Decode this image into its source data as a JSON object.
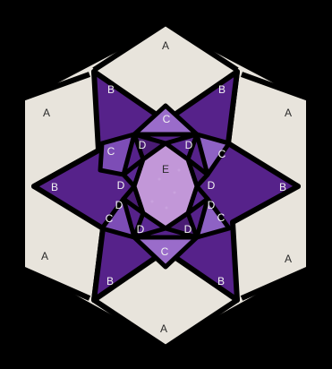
{
  "image": {
    "subject": "quilt block",
    "colors": {
      "background": "#000000",
      "cream": "#e9e6de",
      "dark_purple": "#4d1f77",
      "mid_purple": "#7b4fb2",
      "light_purple": "#a57dcf",
      "pale_purple": "#c49bdc",
      "seam": "#000000"
    }
  },
  "labels": {
    "a_top": "A",
    "a_left_upper": "A",
    "a_right_upper": "A",
    "a_left_lower": "A",
    "a_right_lower": "A",
    "a_bottom": "A",
    "b_top_left": "B",
    "b_top_right": "B",
    "b_left": "B",
    "b_right": "B",
    "b_bottom_left": "B",
    "b_bottom_right": "B",
    "c_top": "C",
    "c_upper_left": "C",
    "c_upper_right": "C",
    "c_lower_left": "C",
    "c_lower_right": "C",
    "c_bottom": "C",
    "d_1": "D",
    "d_2": "D",
    "d_3": "D",
    "d_4": "D",
    "d_5": "D",
    "d_6": "D",
    "d_7": "D",
    "d_8": "D",
    "e_center": "E"
  }
}
